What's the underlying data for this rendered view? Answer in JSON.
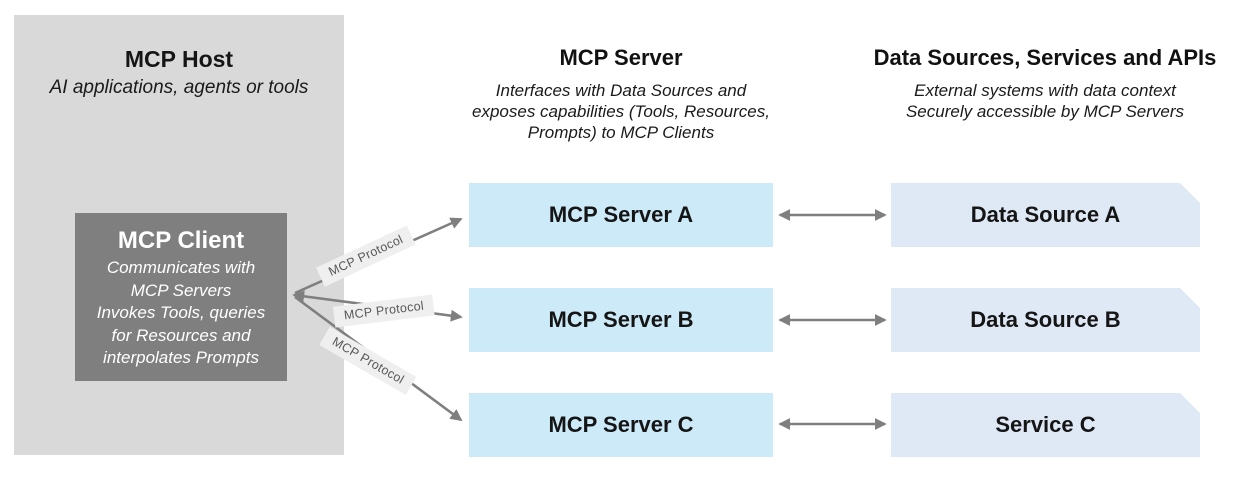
{
  "host": {
    "title": "MCP Host",
    "subtitle": "AI applications, agents or tools",
    "client": {
      "title": "MCP Client",
      "description_lines": [
        "Communicates with",
        "MCP Servers",
        "Invokes Tools, queries",
        "for Resources and",
        "interpolates Prompts"
      ]
    }
  },
  "server_column": {
    "title": "MCP Server",
    "description_lines": [
      "Interfaces with Data Sources and",
      "exposes capabilities (Tools, Resources,",
      "Prompts) to MCP Clients"
    ],
    "boxes": [
      {
        "label": "MCP Server A"
      },
      {
        "label": "MCP Server B"
      },
      {
        "label": "MCP Server C"
      }
    ]
  },
  "sources_column": {
    "title": "Data Sources, Services and APIs",
    "description_lines": [
      "External systems with data context",
      "Securely accessible by MCP Servers"
    ],
    "boxes": [
      {
        "label": "Data Source A"
      },
      {
        "label": "Data Source B"
      },
      {
        "label": "Service C"
      }
    ]
  },
  "connections": {
    "protocol_labels": [
      "MCP Protocol",
      "MCP Protocol",
      "MCP Protocol"
    ]
  },
  "colors": {
    "host_panel_bg": "#d9d9d9",
    "client_box_bg": "#7f7f7f",
    "server_box_bg": "#cdeaf9",
    "source_box_bg": "#dfe9f6",
    "arrow": "#7f7f7f",
    "protocol_chip_bg": "#efefef",
    "protocol_chip_text": "#595959",
    "text": "#1a1a1a",
    "client_text": "#ffffff"
  }
}
